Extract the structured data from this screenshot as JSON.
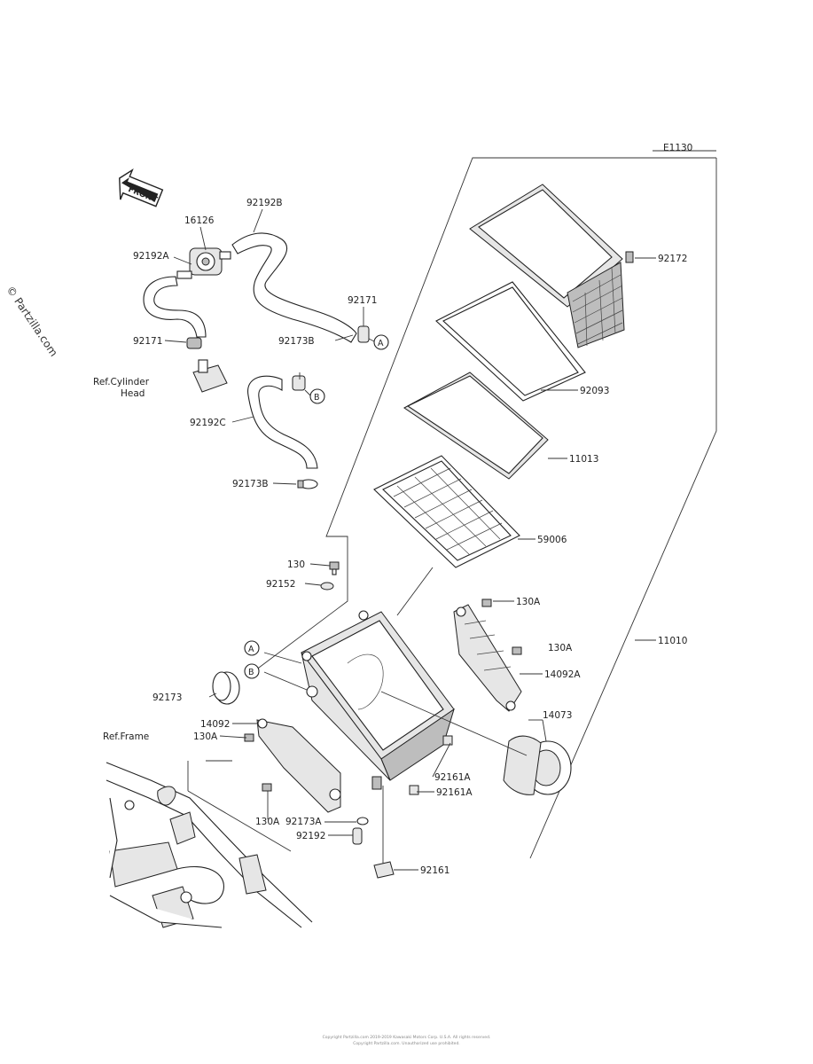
{
  "diagram": {
    "code": "E1130",
    "front_label": "FRONT",
    "watermark": "© Partzilla.com",
    "ref_labels": {
      "cylinder_head_line1": "Ref.Cylinder",
      "cylinder_head_line2": "Head",
      "frame": "Ref.Frame"
    },
    "circle_markers": [
      "A",
      "B",
      "A",
      "B"
    ],
    "part_labels": {
      "p16126": "16126",
      "p92192B": "92192B",
      "p92192A": "92192A",
      "p92171_left": "92171",
      "p92171_right": "92171",
      "p92173B_top": "92173B",
      "p92192C": "92192C",
      "p92173B_bottom": "92173B",
      "p92172": "92172",
      "p92093": "92093",
      "p11013": "11013",
      "p59006": "59006",
      "p130": "130",
      "p92152": "92152",
      "p130A_top": "130A",
      "p130A_mid": "130A",
      "p11010": "11010",
      "p14092A": "14092A",
      "p92173": "92173",
      "p14073": "14073",
      "p14092": "14092",
      "p130A_left": "130A",
      "p92161A_a": "92161A",
      "p92161A_b": "92161A",
      "p130A_bottom": "130A",
      "p92173A": "92173A",
      "p92192": "92192",
      "p92161": "92161"
    },
    "footer_line1": "Copyright Partzilla.com 2019-2019 Kawasaki Motors Corp. U.S.A. All rights reserved.",
    "footer_line2": "Copyright Partzilla.com. Unauthorized use prohibited."
  }
}
